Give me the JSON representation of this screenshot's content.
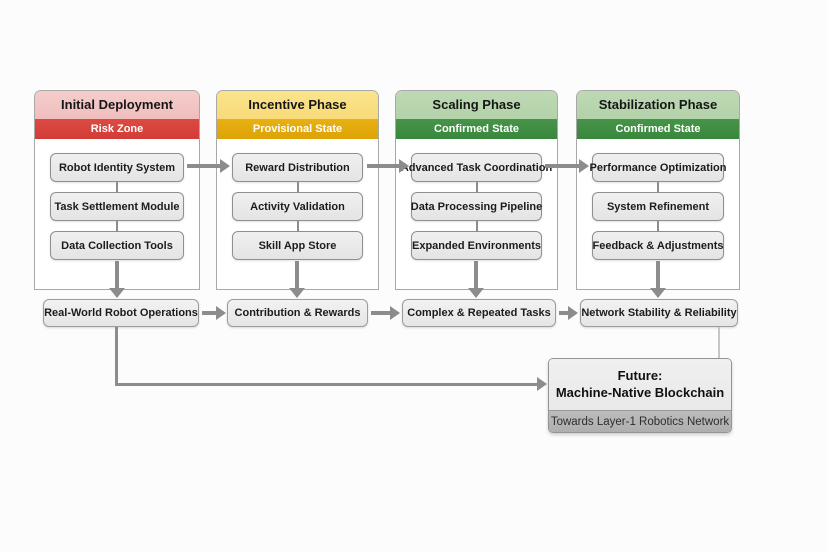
{
  "diagram": {
    "phases": [
      {
        "title": "Initial Deployment",
        "state": "Risk Zone",
        "header_bg": "#f2c6c5",
        "state_bg": "#d8453e",
        "items": [
          "Robot Identity System",
          "Task Settlement Module",
          "Data Collection Tools"
        ]
      },
      {
        "title": "Incentive Phase",
        "state": "Provisional State",
        "header_bg": "#fae086",
        "state_bg": "#e3a90e",
        "items": [
          "Reward Distribution",
          "Activity Validation",
          "Skill App Store"
        ]
      },
      {
        "title": "Scaling Phase",
        "state": "Confirmed State",
        "header_bg": "#b9d6af",
        "state_bg": "#3f8e42",
        "items": [
          "Advanced Task Coordination",
          "Data Processing Pipeline",
          "Expanded Environments"
        ]
      },
      {
        "title": "Stabilization Phase",
        "state": "Confirmed State",
        "header_bg": "#b9d6af",
        "state_bg": "#3f8e42",
        "items": [
          "Performance Optimization",
          "System Refinement",
          "Feedback & Adjustments"
        ]
      }
    ],
    "outcomes": [
      "Real-World Robot Operations",
      "Contribution & Rewards",
      "Complex & Repeated Tasks",
      "Network Stability & Reliability"
    ],
    "future": {
      "label_line1": "Future:",
      "label_line2": "Machine-Native Blockchain",
      "banner": "Towards Layer-1 Robotics Network"
    },
    "colors": {
      "arrow": "#8c8c8c",
      "item_box_bg": "#ebebeb",
      "item_box_border": "#8f8f8f",
      "column_border": "#a8a8a8",
      "future_body_bg": "#ececec",
      "future_banner_bg": "#b5b5b5",
      "risk_red": "#d8453e",
      "provisional_gold": "#e3a90e",
      "confirmed_green": "#3f8e42"
    }
  }
}
